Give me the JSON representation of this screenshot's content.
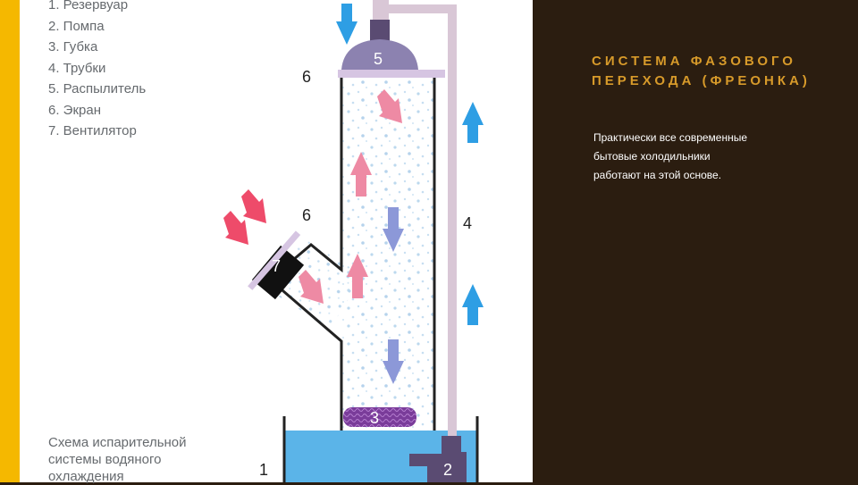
{
  "legend": [
    "1. Резервуар",
    "2. Помпа",
    "3. Губка",
    "4. Трубки",
    "5. Распылитель",
    "6. Экран",
    "7. Вентилятор"
  ],
  "caption": "Схема испарительной\nсистемы водяного\nохлаждения",
  "labels": {
    "reservoir": "1",
    "pump": "2",
    "sponge": "3",
    "tubes": "4",
    "sprayer": "5",
    "screen_top": "6",
    "screen_side": "6",
    "fan": "7"
  },
  "slide": {
    "title": "СИСТЕМА ФАЗОВОГО ПЕРЕХОДА (ФРЕОНКА)",
    "body": " Практически все современные\nбытовые холодильники\nработают на этой основе."
  },
  "colors": {
    "accent_stripe": "#f5b800",
    "background_dark": "#2b1d10",
    "title": "#d79a2a",
    "water": "#5bb4e8",
    "arrow_blue": "#2e9ee4",
    "arrow_pink": "#ee4b6a",
    "pipe": "#d9c7d6"
  }
}
